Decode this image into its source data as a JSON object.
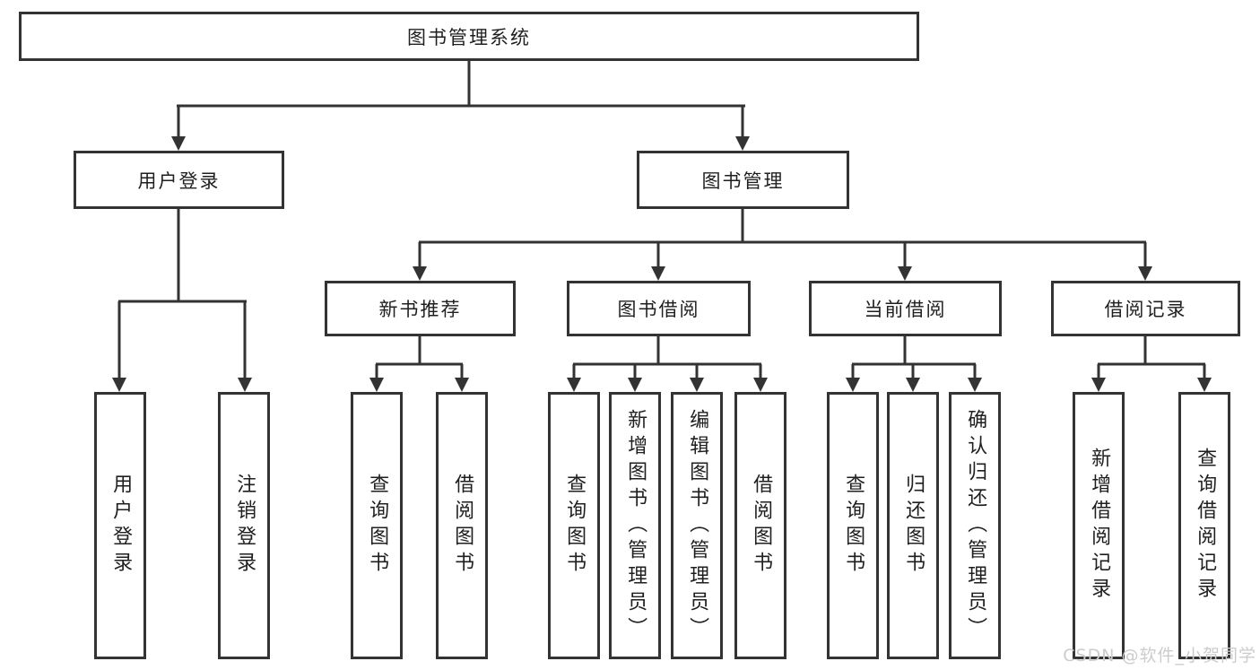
{
  "diagram_title": "图书管理系统",
  "colors": {
    "line": "#333333",
    "text": "#1f1f1f",
    "box_background": "#ffffff",
    "page_background": "#ffffff",
    "watermark": "#cccccc"
  },
  "root": {
    "label": "图书管理系统"
  },
  "level2": [
    {
      "label": "用户登录"
    },
    {
      "label": "图书管理"
    }
  ],
  "level3": [
    {
      "label": "新书推荐",
      "parent": "图书管理"
    },
    {
      "label": "图书借阅",
      "parent": "图书管理"
    },
    {
      "label": "当前借阅",
      "parent": "图书管理"
    },
    {
      "label": "借阅记录",
      "parent": "图书管理"
    }
  ],
  "leaves": [
    {
      "label": "用户登录",
      "parent": "用户登录"
    },
    {
      "label": "注销登录",
      "parent": "用户登录"
    },
    {
      "label": "查询图书",
      "parent": "新书推荐"
    },
    {
      "label": "借阅图书",
      "parent": "新书推荐"
    },
    {
      "label": "查询图书",
      "parent": "图书借阅"
    },
    {
      "label": "新增图书（管理员）",
      "parent": "图书借阅"
    },
    {
      "label": "编辑图书（管理员）",
      "parent": "图书借阅"
    },
    {
      "label": "借阅图书",
      "parent": "图书借阅"
    },
    {
      "label": "查询图书",
      "parent": "当前借阅"
    },
    {
      "label": "归还图书",
      "parent": "当前借阅"
    },
    {
      "label": "确认归还（管理员）",
      "parent": "当前借阅"
    },
    {
      "label": "新增借阅记录",
      "parent": "借阅记录"
    },
    {
      "label": "查询借阅记录",
      "parent": "借阅记录"
    }
  ],
  "watermark": {
    "text": "CSDN @软件_小贺同学"
  }
}
